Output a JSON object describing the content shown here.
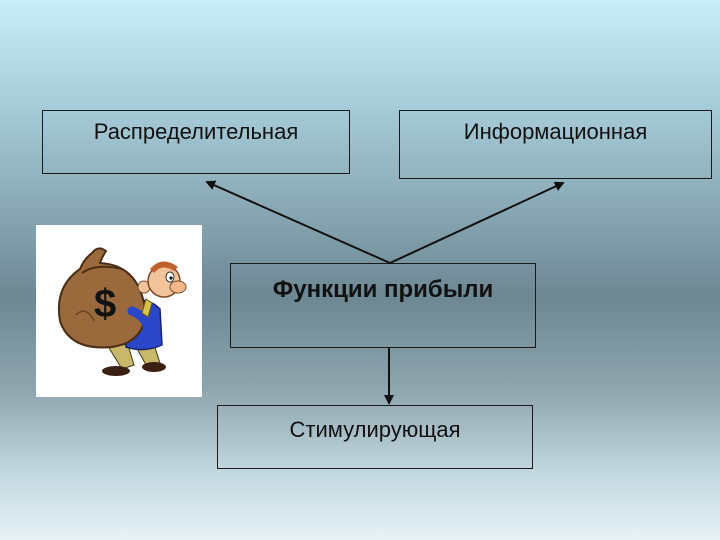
{
  "diagram": {
    "center": "Функции прибыли",
    "top_left": "Распределительная",
    "top_right": "Информационная",
    "bottom": "Стимулирующая"
  },
  "illustration": {
    "icon": "man-carrying-money-bag",
    "bag_symbol": "$"
  }
}
